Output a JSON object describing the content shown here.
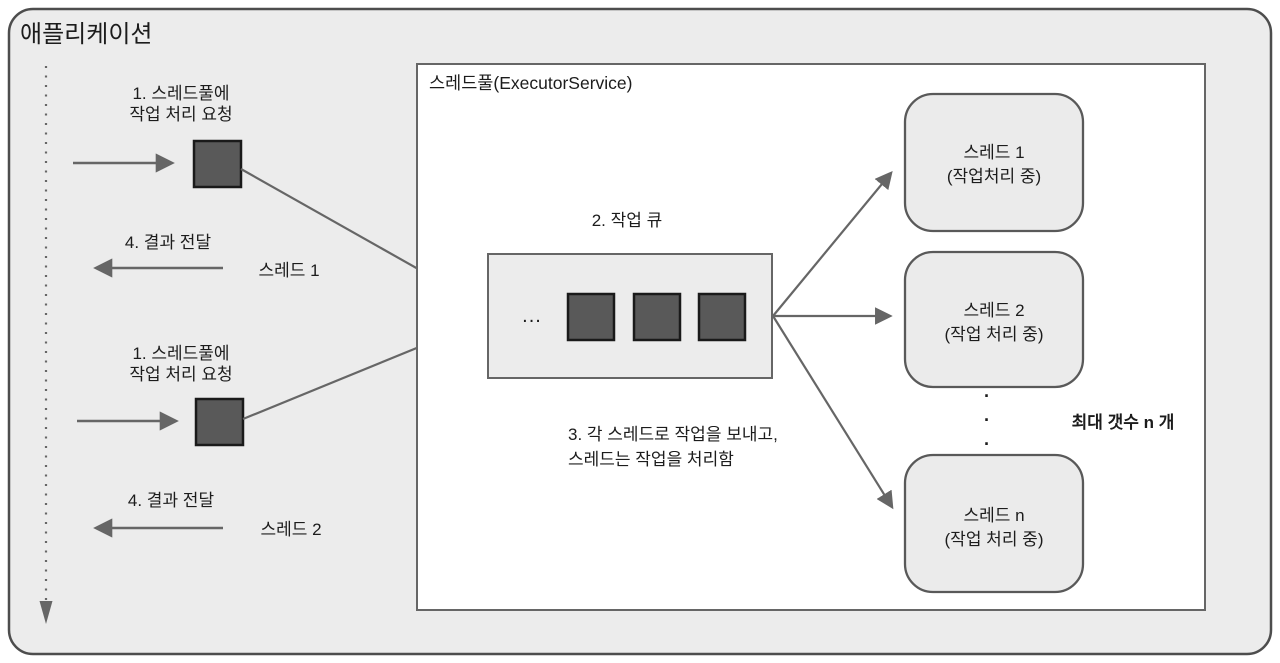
{
  "application": {
    "title": "애플리케이션",
    "step1_line1": "1. 스레드풀에",
    "step1_line2": "작업 처리 요청",
    "step4_label": "4. 결과 전달",
    "thread1_caption": "스레드 1",
    "thread2_caption": "스레드 2"
  },
  "thread_pool": {
    "title": "스레드풀(ExecutorService)",
    "step2_label": "2. 작업 큐",
    "queue_ellipsis": "...",
    "step3_line1": "3. 각 스레드로 작업을 보내고,",
    "step3_line2": "스레드는 작업을 처리함",
    "max_count_label": "최대 갯수 n 개",
    "vertical_dot": "·",
    "threads": [
      {
        "name": "스레드 1",
        "status": "(작업처리 중)"
      },
      {
        "name": "스레드 2",
        "status": "(작업 처리 중)"
      },
      {
        "name": "스레드 n",
        "status": "(작업 처리 중)"
      }
    ]
  },
  "colors": {
    "app_fill": "#ececec",
    "app_border": "#4d4d4d",
    "pool_fill": "#ffffff",
    "pool_border": "#666666",
    "queue_fill": "#ececec",
    "queue_border": "#666666",
    "task_fill": "#595959",
    "task_border": "#1a1a1a",
    "thread_fill": "#ebebeb",
    "thread_border": "#595959",
    "line": "#666666"
  }
}
